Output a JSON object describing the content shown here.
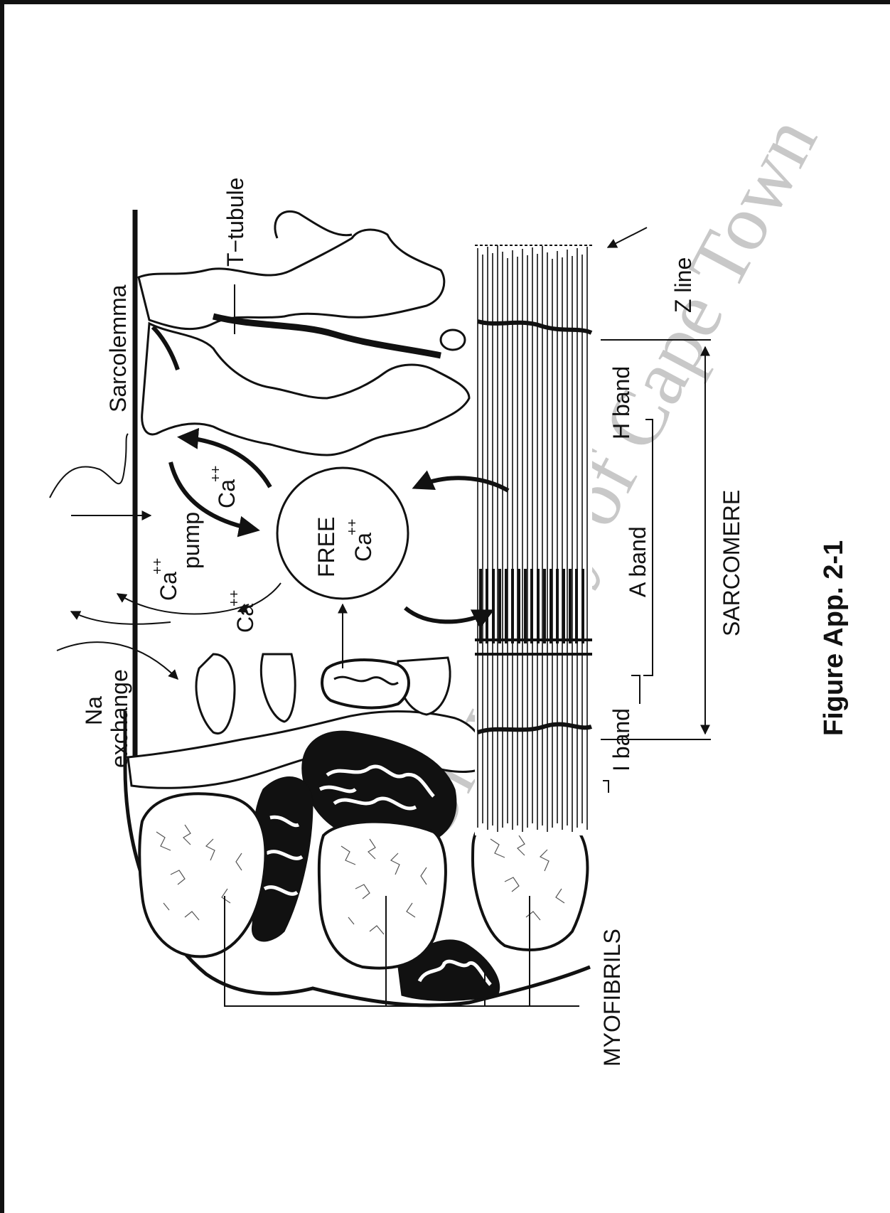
{
  "figure": {
    "caption": "Figure App. 2-1",
    "watermark": "University of Cape Town"
  },
  "labels": {
    "sarcolemma": "Sarcolemma",
    "t_tubule": "T−tubule",
    "na_line1": "Na",
    "na_line2": "exchange",
    "ca_pump_ion": "Ca",
    "ca_pump_charge": "++",
    "ca_pump_word": "pump",
    "ca_cycle_ion": "Ca",
    "ca_cycle_charge": "++",
    "ca_out_ion": "Ca",
    "ca_out_charge": "++",
    "free_word": "FREE",
    "free_ion": "Ca",
    "free_charge": "++",
    "z_line": "Z line",
    "h_band": "H band",
    "a_band": "A band",
    "i_band": "I band",
    "sarcomere": "SARCOMERE",
    "myofibrils": "MYOFIBRILS"
  },
  "colors": {
    "ink": "#111111",
    "paper": "#ffffff",
    "watermark": "#c8c8c8"
  }
}
